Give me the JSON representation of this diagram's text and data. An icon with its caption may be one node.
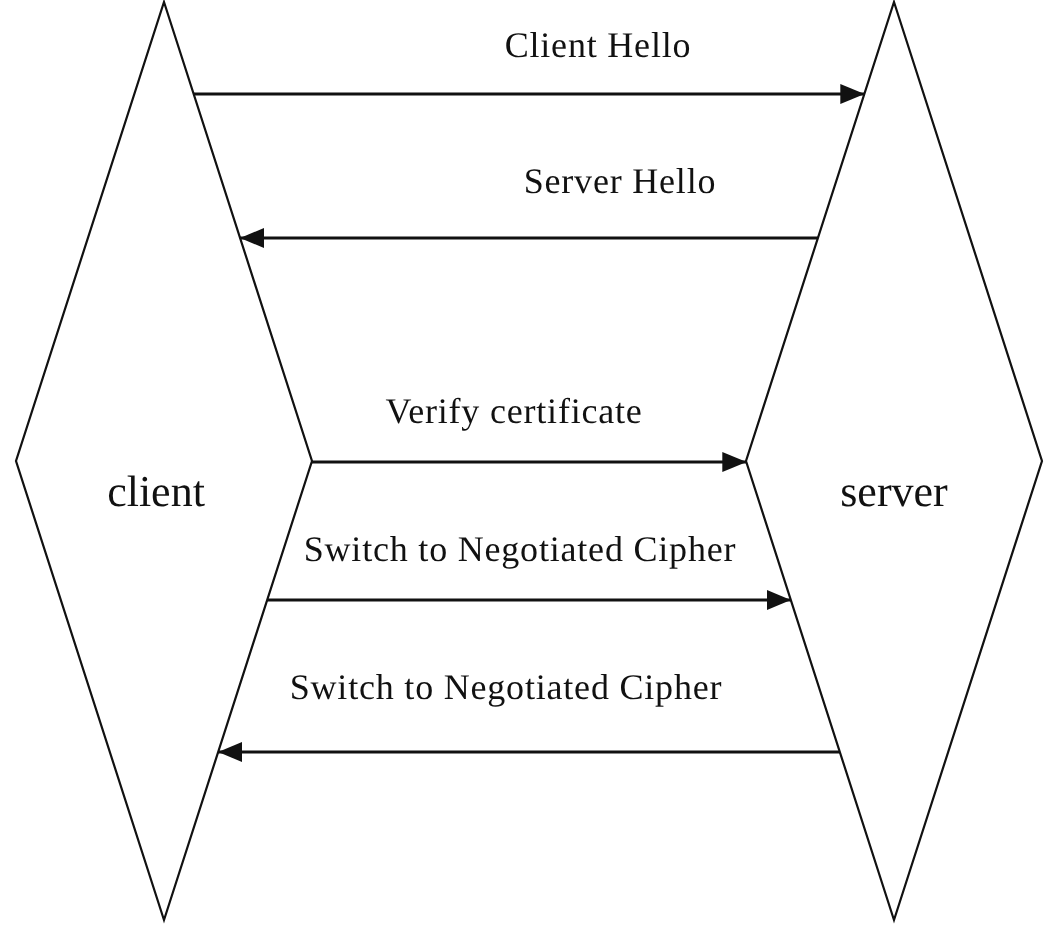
{
  "diagram": {
    "nodes": [
      {
        "text": [
          "client"
        ]
      },
      {
        "text": [
          "server"
        ]
      }
    ],
    "edges": [
      {
        "from": 0,
        "to": 1,
        "arrow": "to",
        "label": "Client Hello"
      },
      {
        "from": 1,
        "to": 0,
        "arrow": "to",
        "label": "Server Hello"
      },
      {
        "from": 0,
        "to": 1,
        "arrow": "to",
        "label": "Verify certificate"
      },
      {
        "from": 0,
        "to": 1,
        "arrow": "to",
        "label": "Switch to Negotiated Cipher"
      },
      {
        "from": 1,
        "to": 0,
        "arrow": "to",
        "label": "Switch to Negotiated Cipher"
      }
    ]
  }
}
